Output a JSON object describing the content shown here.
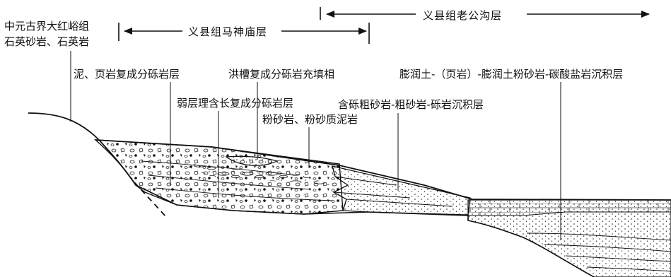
{
  "diagram": {
    "basement_unit": {
      "line1": "中元古界大红峪组",
      "line2": "石英砂岩、石英岩"
    },
    "members": {
      "mashenmiao": "义县组马神庙层",
      "laogonggou": "义县组老公沟层"
    },
    "facies_labels": {
      "mudstone_shale_conglomerate": "泥、页岩复成分砾岩层",
      "flood_channel_fill": "洪槽复成分砾岩充填相",
      "weak_bedding_feldspar_conglomerate": "弱层理含长复成分砾岩层",
      "siltstone_silty_mudstone": "粉砂岩、粉砂质泥岩",
      "pebbly_sandstone_deposit": "含砾粗砂岩-粗砂岩-砾岩沉积层",
      "bentonite_carbonate_deposit": "膨润土-（页岩）-膨润土粉砂岩-碳酸盐岩沉积层"
    },
    "colors": {
      "ink": "#111111",
      "background": "#ffffff"
    }
  }
}
